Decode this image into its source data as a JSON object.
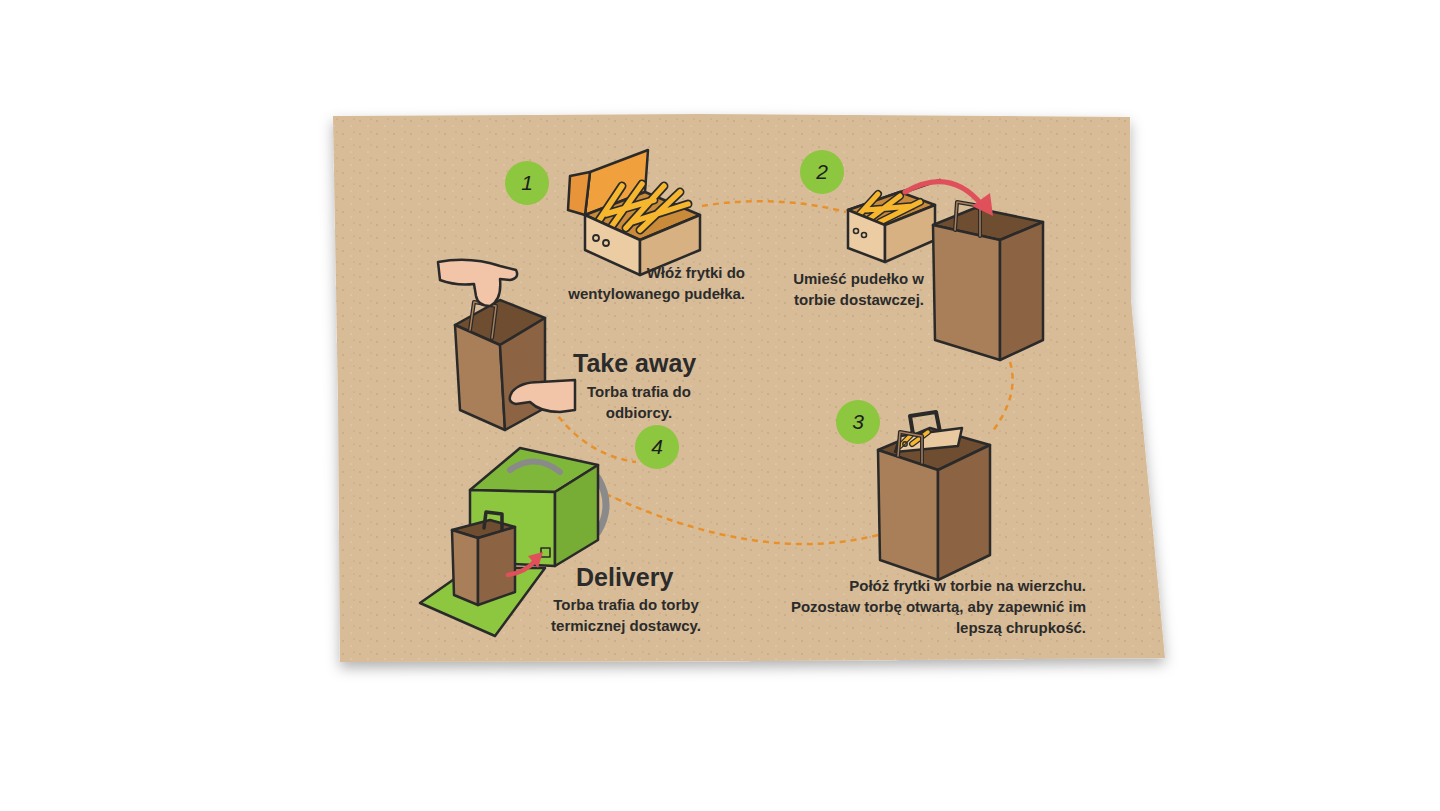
{
  "diagram": {
    "labels": [
      "1",
      "Włóż frytki do wentylowanego pudełka.",
      "2",
      "Umieść pudełko w torbie dostawczej.",
      "3",
      "Połóż frytki w torbie na wierzchu. Pozostaw torbę otwartą, aby zapewnić im lepszą chrupkość.",
      "4",
      "Take away",
      "Torba trafia do odbiorcy.",
      "Delivery",
      "Torba trafia do torby termicznej dostawcy."
    ]
  }
}
